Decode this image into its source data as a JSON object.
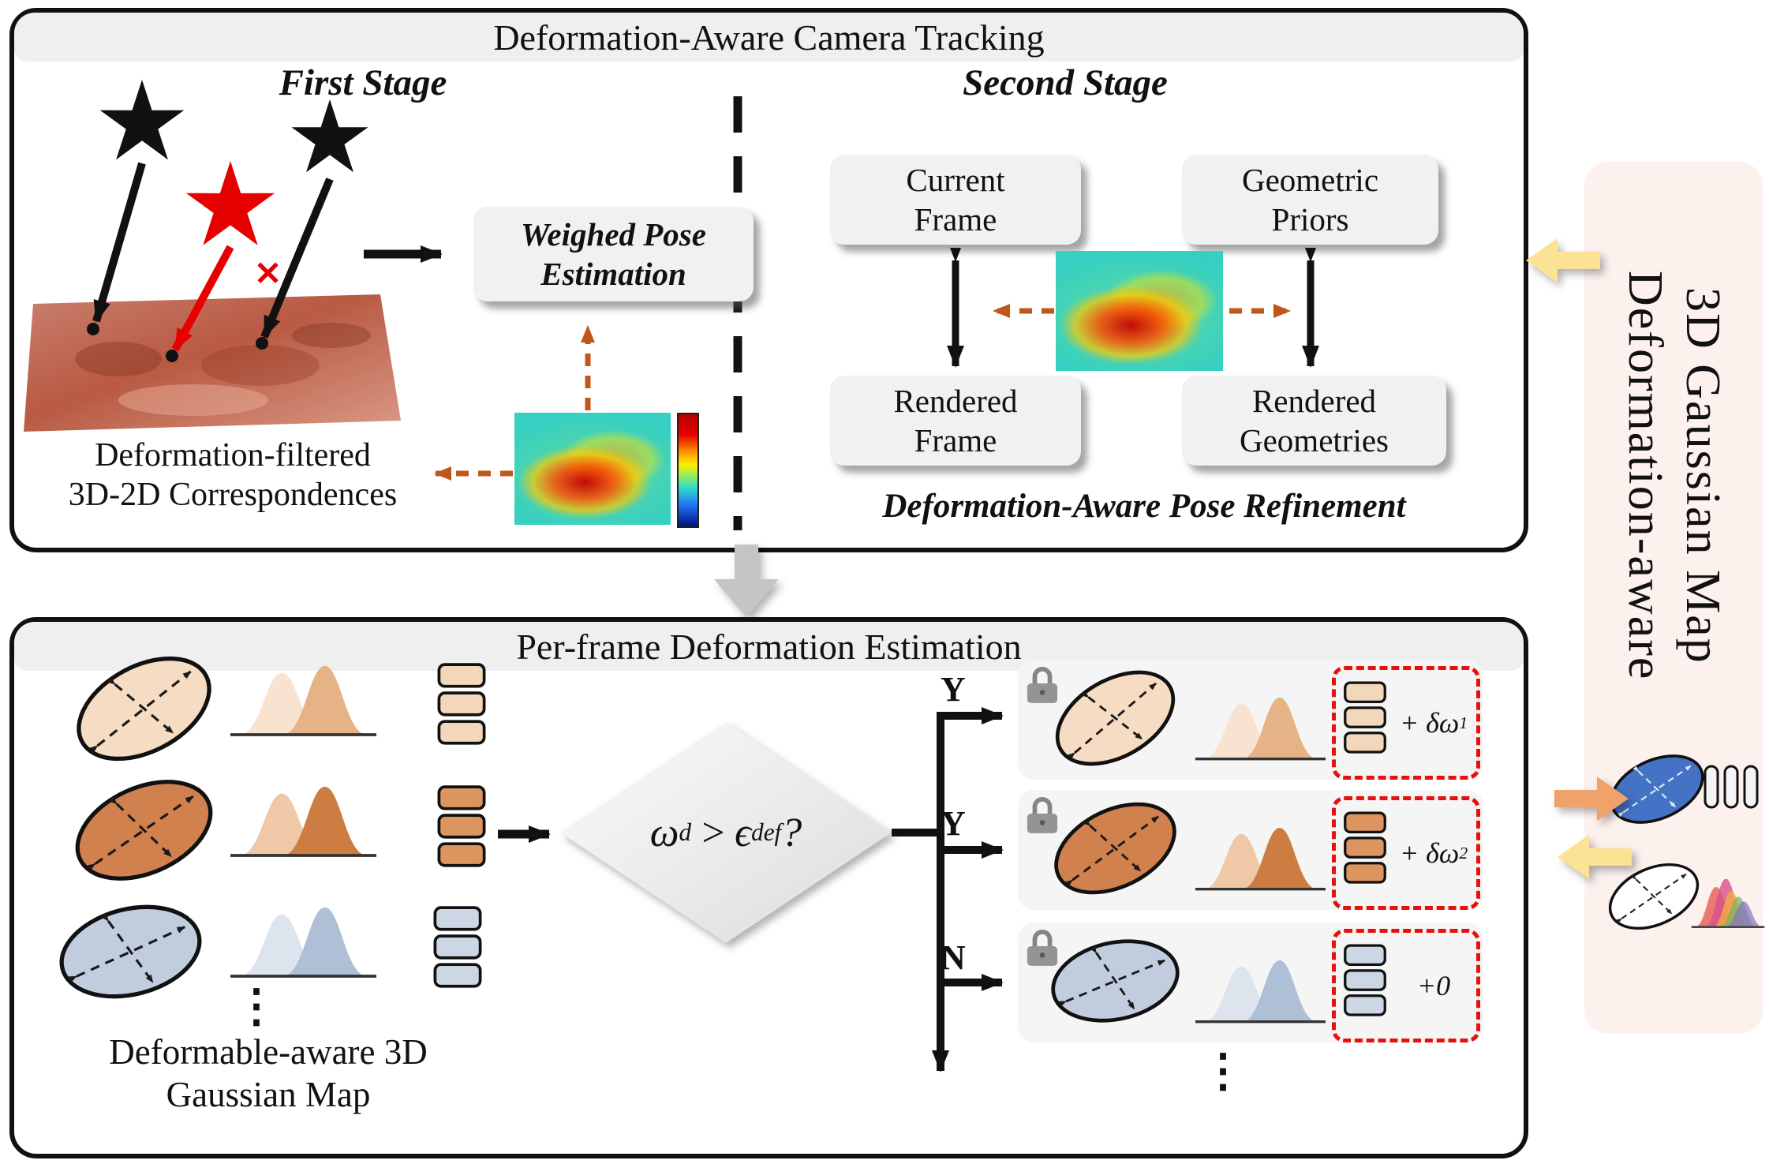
{
  "top_panel": {
    "title": "Deformation-Aware Camera Tracking",
    "first_stage": {
      "heading": "First Stage",
      "pose_box": {
        "line1": "Weighed Pose",
        "line2": "Estimation"
      },
      "cross": "✕",
      "caption": {
        "line1": "Deformation-filtered",
        "line2": "3D-2D Correspondences"
      }
    },
    "second_stage": {
      "heading": "Second Stage",
      "boxes": [
        {
          "line1": "Current",
          "line2": "Frame"
        },
        {
          "line1": "Geometric",
          "line2": "Priors"
        },
        {
          "line1": "Rendered",
          "line2": "Frame"
        },
        {
          "line1": "Rendered",
          "line2": "Geometries"
        }
      ],
      "caption": "Deformation-Aware Pose Refinement"
    }
  },
  "bottom_panel": {
    "title": "Per-frame Deformation Estimation",
    "map_caption": {
      "line1": "Deformable-aware 3D",
      "line2": "Gaussian Map"
    },
    "condition": {
      "omega": "ω",
      "omega_sub": "d",
      "operator": " > ",
      "epsilon": "ϵ",
      "epsilon_sub": "def",
      "question": " ?"
    },
    "branches": [
      {
        "label": "Y"
      },
      {
        "label": "Y"
      },
      {
        "label": "N"
      }
    ],
    "updates": [
      {
        "main": "+ δω",
        "sub": "1"
      },
      {
        "main": "+ δω",
        "sub": "2"
      },
      {
        "main": "+0",
        "sub": ""
      }
    ],
    "ellipsis": "⋮"
  },
  "sidebar": {
    "title": {
      "line1": "Deformation-aware",
      "line2": "3D Gaussian Map"
    }
  },
  "colors": {
    "accent_orange_dashed": "#c0571a",
    "highlight_red": "#e8100c",
    "star_red": "#e60000",
    "gaussian_blue": "#4472c4",
    "arrow_yellow": "#fbe294",
    "arrow_orange": "#f0a26b",
    "panel_gray": "#f1f1f1",
    "sidebar_pink": "#fdf1ee",
    "row_tan": "#f5dcc3",
    "row_brown": "#d0814e",
    "row_bluegray": "#c1cddf"
  }
}
